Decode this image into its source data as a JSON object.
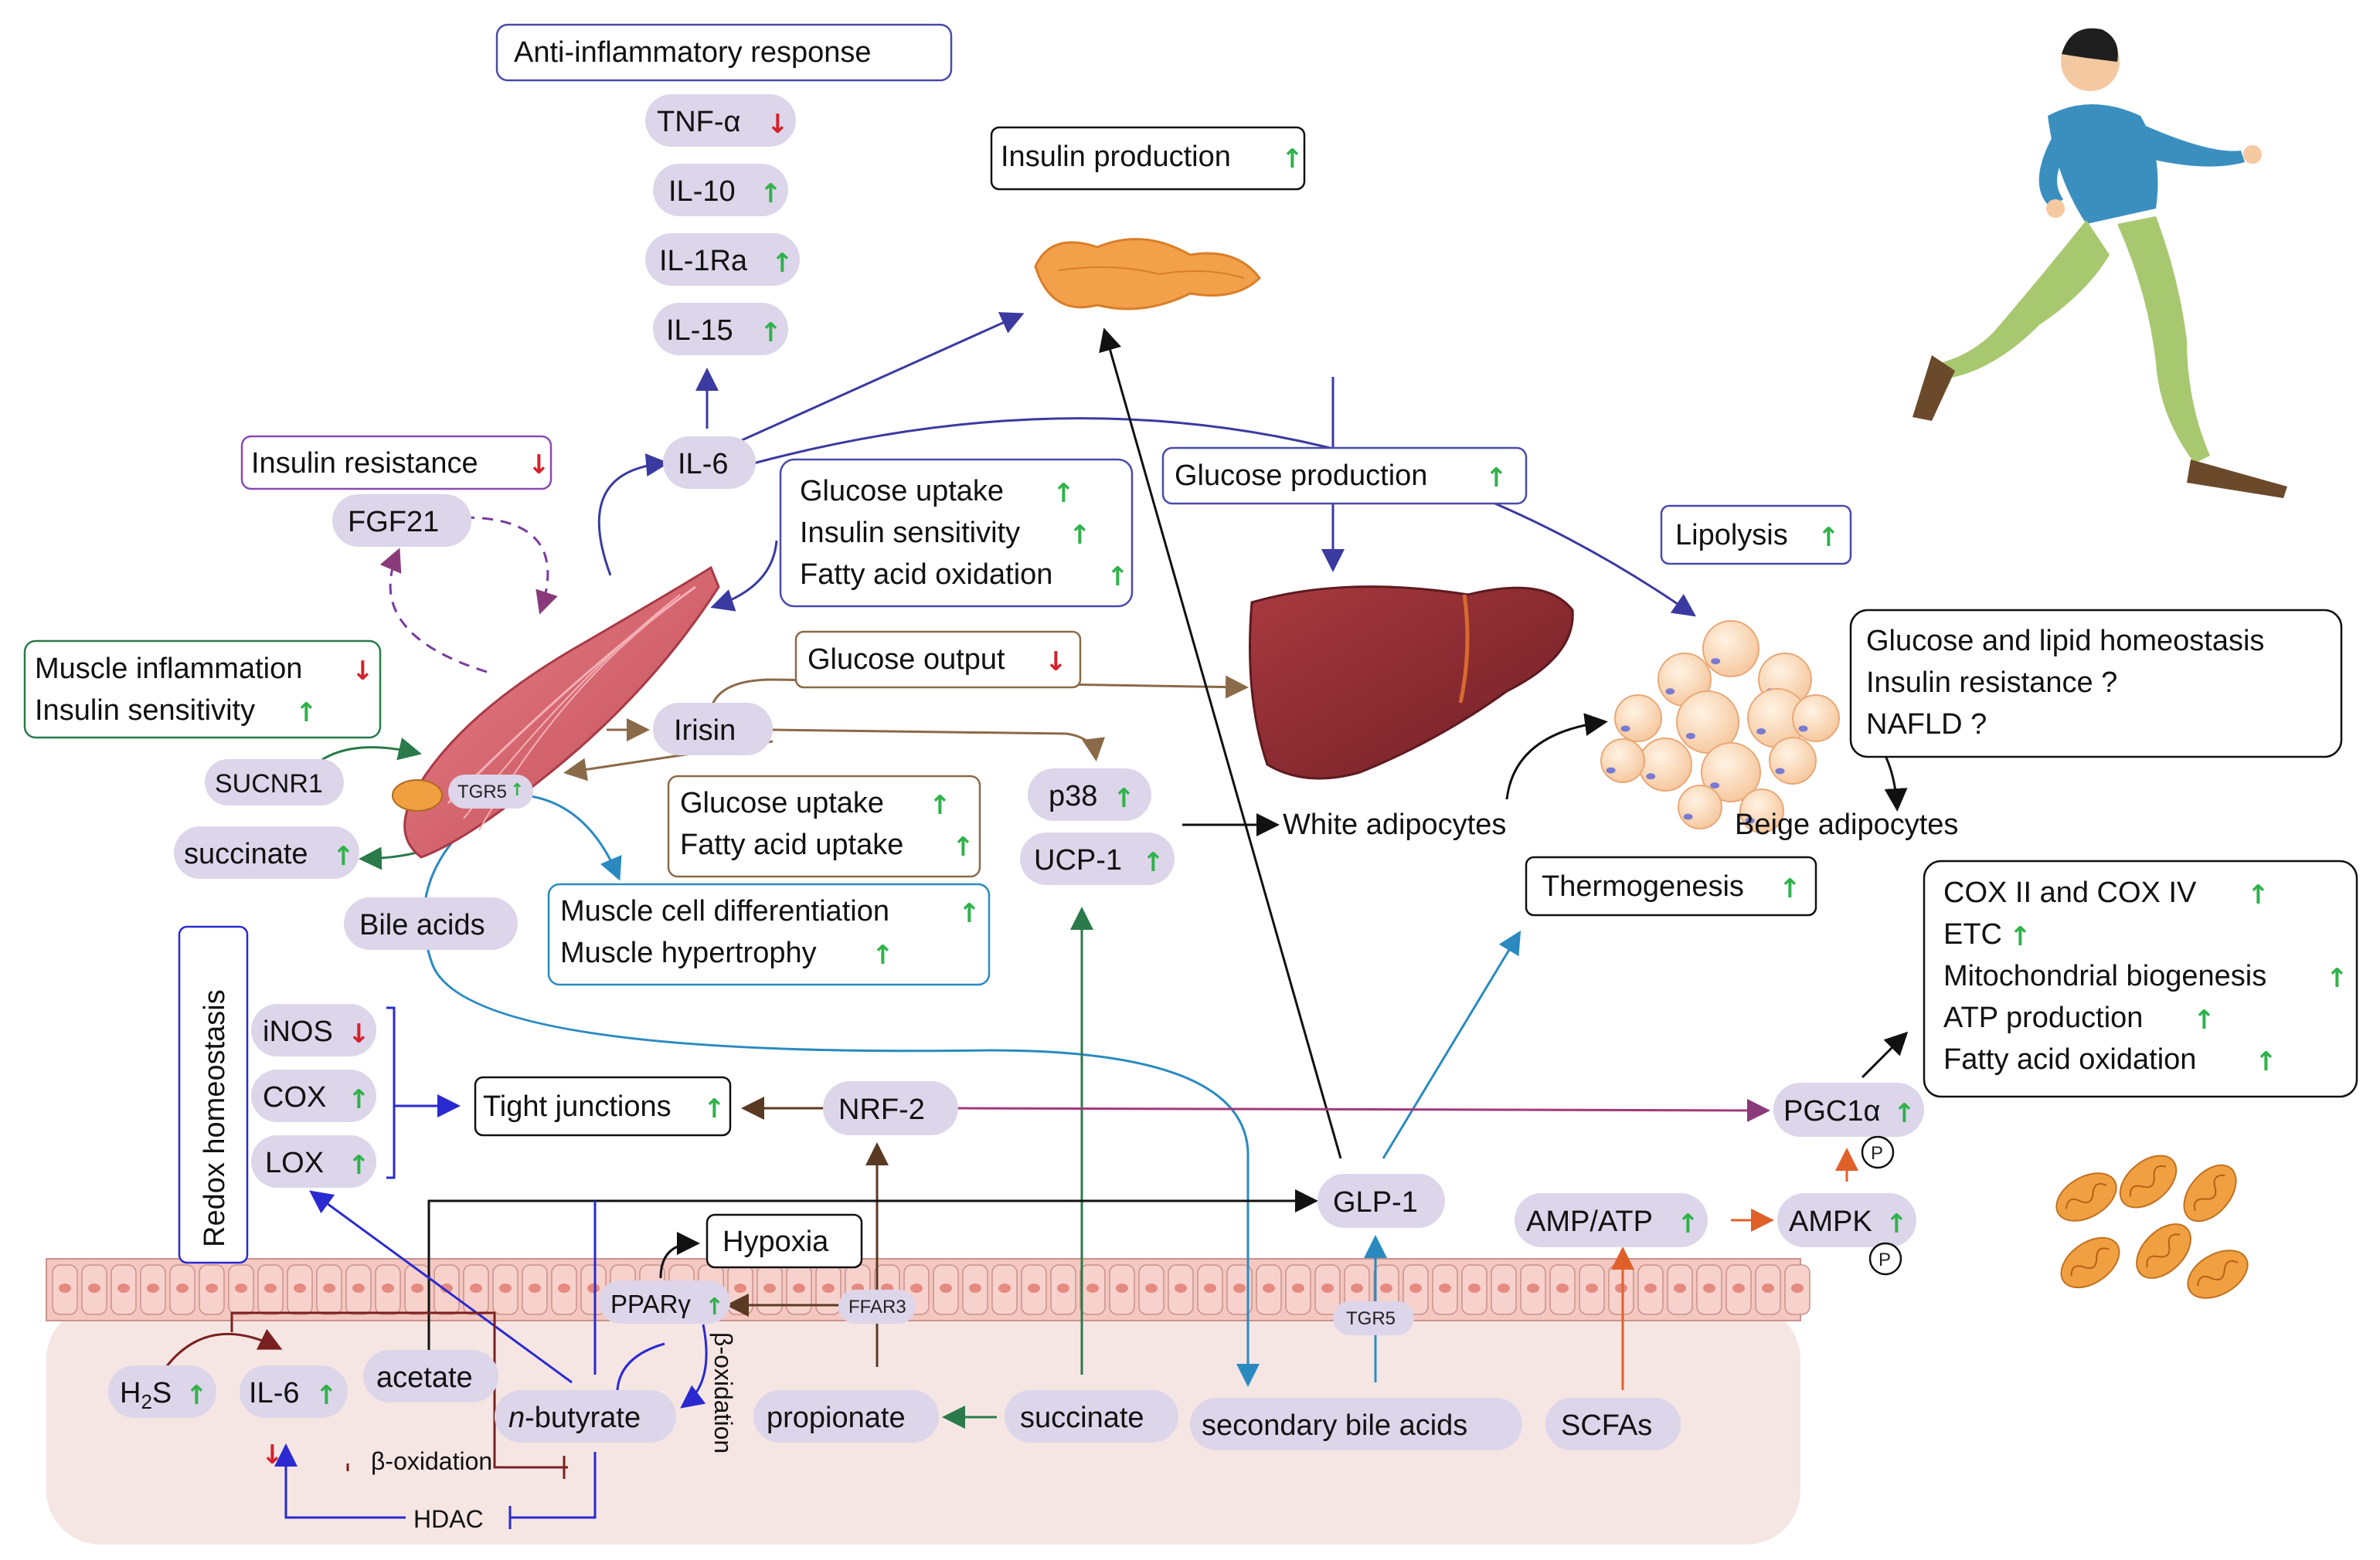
{
  "colors": {
    "pill": "#ddd5ea",
    "up_arrow": "#2fb24a",
    "down_arrow": "#d4202a",
    "navy": "#3a3aa0",
    "brown": "#8a6a48",
    "teal": "#2a8ac0",
    "green": "#2a7a4a",
    "purple": "#8a3a7a",
    "orange": "#e0602a",
    "maroon": "#7a2020",
    "gut_bg": "#f5e6e4",
    "muscle": "#d7656f",
    "liver": "#8a2a30",
    "pancreas": "#f2a04a",
    "mito": "#f0a040"
  },
  "boxes": {
    "anti_inflammatory": "Anti-inflammatory response",
    "insulin_production": "Insulin production",
    "insulin_resistance": "Insulin resistance",
    "glucose_production": "Glucose production",
    "lipolysis": "Lipolysis",
    "muscle_inflammation": "Muscle inflammation",
    "insulin_sensitivity_left": "Insulin sensitivity",
    "glucose_output": "Glucose output",
    "glucose_uptake_1": "Glucose uptake",
    "insulin_sensitivity_mid": "Insulin sensitivity",
    "fatty_acid_oxidation_mid": "Fatty acid oxidation",
    "glucose_uptake_2": "Glucose uptake",
    "fatty_acid_uptake": "Fatty acid uptake",
    "muscle_cell_diff": "Muscle cell differentiation",
    "muscle_hypertrophy": "Muscle hypertrophy",
    "homeostasis_1": "Glucose and lipid homeostasis",
    "homeostasis_2": "Insulin resistance ?",
    "homeostasis_3": "NAFLD ?",
    "thermogenesis": "Thermogenesis",
    "tight_junctions": "Tight junctions",
    "hypoxia": "Hypoxia",
    "mito_1": "COX II and COX IV",
    "mito_2": "ETC",
    "mito_3": "Mitochondrial biogenesis",
    "mito_4": "ATP production",
    "mito_5": "Fatty acid oxidation",
    "redox": "Redox homeostasis"
  },
  "pills": {
    "tnf": "TNF-α",
    "il10": "IL-10",
    "il1ra": "IL-1Ra",
    "il15": "IL-15",
    "il6": "IL-6",
    "fgf21": "FGF21",
    "sucnr1": "SUCNR1",
    "succinate_left": "succinate",
    "irisin": "Irisin",
    "p38": "p38",
    "ucp1": "UCP-1",
    "bile_acids": "Bile acids",
    "inos": "iNOS",
    "cox": "COX",
    "lox": "LOX",
    "nrf2": "NRF-2",
    "glp1": "GLP-1",
    "amp_atp": "AMP/ATP",
    "ampk": "AMPK",
    "pgc1a": "PGC1α",
    "pparg": "PPARγ",
    "ffar3": "FFAR3",
    "acetate": "acetate",
    "h2s_base": "H",
    "h2s_sub": "2",
    "h2s_tail": "S",
    "il6_gut": "IL-6",
    "n_butyrate_it": "n",
    "n_butyrate_rest": "-butyrate",
    "propionate": "propionate",
    "succinate_gut": "succinate",
    "secondary_bile": "secondary bile acids",
    "scfas": "SCFAs",
    "tgr5_muscle": "TGR5",
    "tgr5_gut": "TGR5"
  },
  "labels": {
    "white_adipocytes": "White adipocytes",
    "beige_adipocytes": "Beige adipocytes",
    "beta_oxidation_h": "β-oxidation",
    "beta_oxidation_v": "β-oxidation",
    "hdac": "HDAC",
    "phospho": "P"
  },
  "arrows": {
    "up": "↑",
    "down": "↓"
  }
}
